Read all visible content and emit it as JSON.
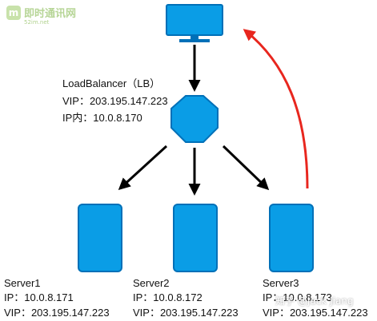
{
  "watermark": {
    "logo_badge": "m",
    "logo_text": "即时通讯网",
    "url": "52im.net",
    "zhihu": "知乎 @Jack Jiang"
  },
  "client": {
    "icon": "monitor-icon"
  },
  "load_balancer": {
    "title": "LoadBalancer（LB）",
    "vip": "VIP：203.195.147.223",
    "internal_ip": "IP内：10.0.8.170",
    "icon": "octagon-icon"
  },
  "servers": [
    {
      "name": "Server1",
      "ip": "IP：10.0.8.171",
      "vip": "VIP：203.195.147.223"
    },
    {
      "name": "Server2",
      "ip": "IP：10.0.8.172",
      "vip": "VIP：203.195.147.223"
    },
    {
      "name": "Server3",
      "ip": "IP：10.0.8.173",
      "vip": "VIP：203.195.147.223"
    }
  ],
  "colors": {
    "node_fill": "#0a9de6",
    "node_stroke": "#0070b8",
    "arrow": "#000000",
    "return_arrow": "#e8261e"
  }
}
